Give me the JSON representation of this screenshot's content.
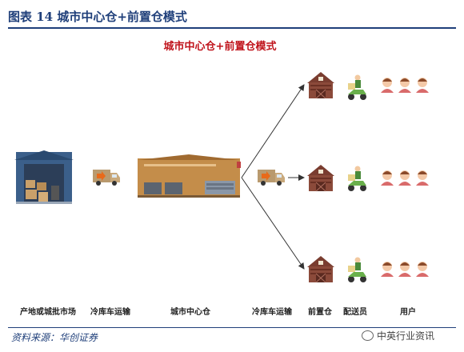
{
  "header": {
    "title": "图表 14  城市中心仓+前置仓模式"
  },
  "diagram": {
    "title": "城市中心仓+前置仓模式",
    "labels": {
      "origin": "产地或城批市场",
      "cold_truck_1": "冷库车运输",
      "central": "城市中心仓",
      "cold_truck_2": "冷库车运输",
      "front_warehouse": "前置仓",
      "courier": "配送员",
      "user": "用户"
    },
    "icons": [
      "warehouse-dock-icon",
      "delivery-truck-icon",
      "central-warehouse-icon",
      "front-barn-icon",
      "courier-scooter-icon",
      "user-avatar-icon"
    ]
  },
  "footer": {
    "source": "资料来源：华创证券",
    "watermark": "中英行业资讯"
  },
  "colors": {
    "title_blue": "#1f3f7a",
    "title_red": "#c0141c",
    "barn": "#8b4a3a",
    "truck": "#b99a6e"
  }
}
